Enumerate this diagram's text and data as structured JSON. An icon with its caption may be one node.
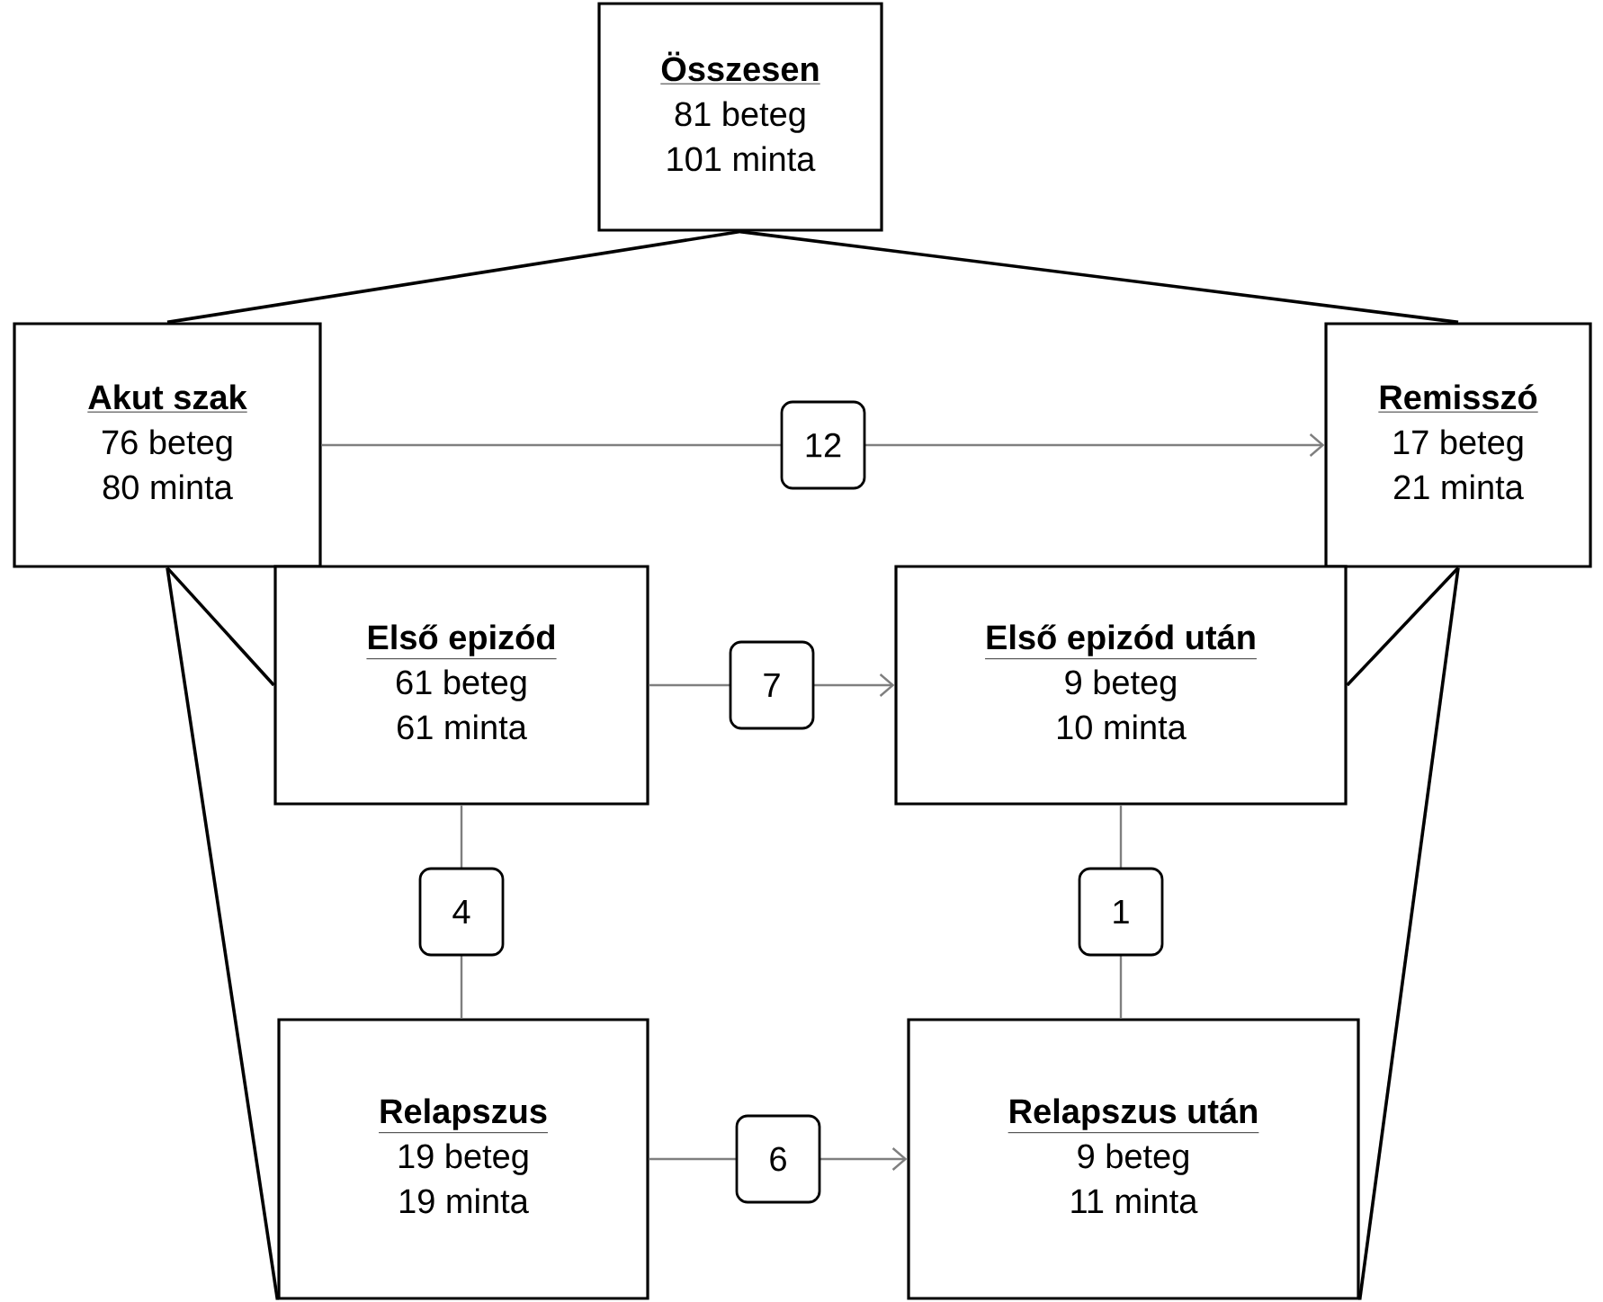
{
  "diagram": {
    "nodes": [
      {
        "text": [
          "Összesen",
          "81 beteg",
          "101 minta"
        ]
      },
      {
        "text": [
          "Akut szak",
          "76 beteg",
          "80 minta"
        ]
      },
      {
        "text": [
          "Remisszó",
          "17 beteg",
          "21 minta"
        ]
      },
      {
        "text": [
          "Első epizód",
          "61 beteg",
          "61 minta"
        ]
      },
      {
        "text": [
          "Első epizód után",
          "9 beteg",
          "10 minta"
        ]
      },
      {
        "text": [
          "Relapszus",
          "19 beteg",
          "19 minta"
        ]
      },
      {
        "text": [
          "Relapszus után",
          "9 beteg",
          "11 minta"
        ]
      }
    ],
    "edges": [
      {
        "from": 0,
        "to": 1,
        "arrow": "none"
      },
      {
        "from": 0,
        "to": 2,
        "arrow": "none"
      },
      {
        "from": 1,
        "to": 2,
        "arrow": "to",
        "label": "12",
        "color": "#7f7f7f"
      },
      {
        "from": 1,
        "to": 3,
        "arrow": "none"
      },
      {
        "from": 1,
        "to": 5,
        "arrow": "none"
      },
      {
        "from": 3,
        "to": 4,
        "arrow": "to",
        "label": "7",
        "color": "#7f7f7f"
      },
      {
        "from": 2,
        "to": 4,
        "arrow": "none"
      },
      {
        "from": 2,
        "to": 6,
        "arrow": "none"
      },
      {
        "from": 3,
        "to": 5,
        "arrow": "none",
        "label": "4",
        "color": "#7f7f7f"
      },
      {
        "from": 4,
        "to": 6,
        "arrow": "none",
        "label": "1",
        "color": "#7f7f7f"
      },
      {
        "from": 5,
        "to": 6,
        "arrow": "to",
        "label": "6",
        "color": "#7f7f7f"
      }
    ]
  }
}
